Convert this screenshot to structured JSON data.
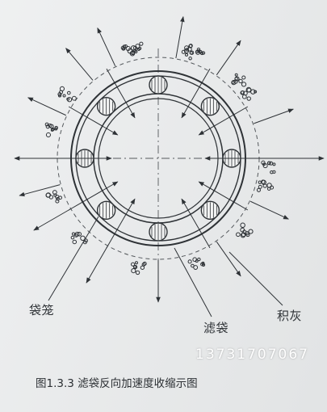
{
  "labels": {
    "bag_cage": "袋笼",
    "filter_bag": "滤袋",
    "dust_layer": "积灰"
  },
  "watermark": "13731707067",
  "caption": "图1.3.3 滤袋反向加速度收缩示图",
  "colors": {
    "background": "#e9ebec",
    "ink": "#2e3236",
    "watermark": "#ffffff"
  }
}
